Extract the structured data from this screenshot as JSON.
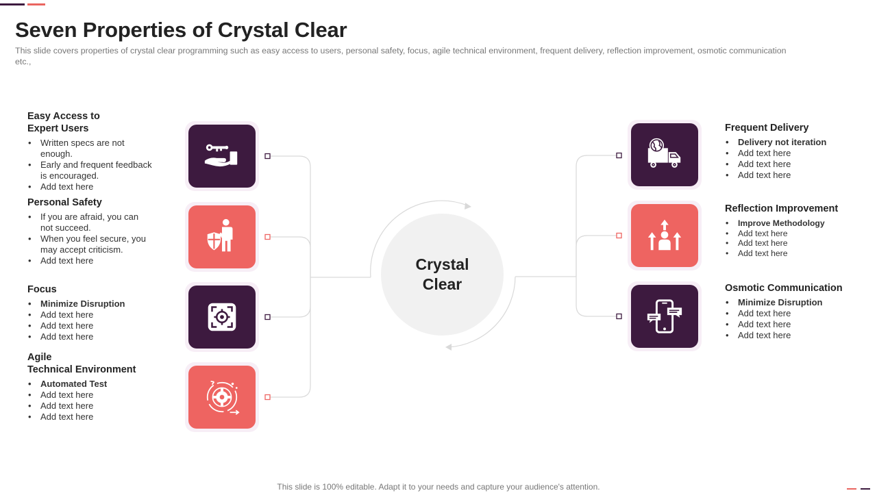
{
  "slide": {
    "title": "Seven Properties of Crystal Clear",
    "subtitle": "This slide covers properties of crystal clear programming  such as easy access to users, personal safety, focus, agile technical environment,  frequent delivery,  reflection improvement,  osmotic communication etc.,",
    "footer": "This slide is 100% editable. Adapt it to your needs and capture your audience's attention."
  },
  "center": {
    "line1": "Crystal",
    "line2": "Clear"
  },
  "left_items": [
    {
      "heading_lines": [
        "Easy Access to",
        "Expert Users"
      ],
      "bullets": [
        "Written specs are not enough.",
        "Early and frequent feedback is encouraged.",
        "Add text here"
      ],
      "icon": "key-hand-icon"
    },
    {
      "heading_lines": [
        "Personal Safety"
      ],
      "bullets": [
        "If you are afraid, you can not succeed.",
        "When you feel secure, you may accept criticism.",
        "Add text here"
      ],
      "icon": "person-shield-icon"
    },
    {
      "heading_lines": [
        "Focus"
      ],
      "bullets": [
        "Minimize Disruption",
        "Add text here",
        "Add text here",
        "Add text here"
      ],
      "icon": "focus-target-icon"
    },
    {
      "heading_lines": [
        "Agile",
        "Technical Environment"
      ],
      "bullets": [
        "Automated Test",
        "Add text here",
        "Add text here",
        "Add text here"
      ],
      "icon": "gear-cycle-icon"
    }
  ],
  "right_items": [
    {
      "heading_lines": [
        "Frequent Delivery"
      ],
      "bullets": [
        "Delivery not iteration",
        "Add text here",
        "Add text here",
        "Add text here"
      ],
      "icon": "delivery-truck-icon"
    },
    {
      "heading_lines": [
        "Reflection Improvement"
      ],
      "bullets": [
        "Improve Methodology",
        "Add text here",
        "Add text here",
        "Add text here"
      ],
      "icon": "person-growth-icon"
    },
    {
      "heading_lines": [
        "Osmotic Communication"
      ],
      "bullets": [
        "Minimize Disruption",
        "Add text here",
        "Add text here",
        "Add text here"
      ],
      "icon": "phone-chat-icon"
    }
  ],
  "colors": {
    "dark": "#3d1a3f",
    "coral": "#ee6461",
    "halo": "#f7eef6",
    "center": "#f1f1f1",
    "connector": "#d9d9d9"
  }
}
